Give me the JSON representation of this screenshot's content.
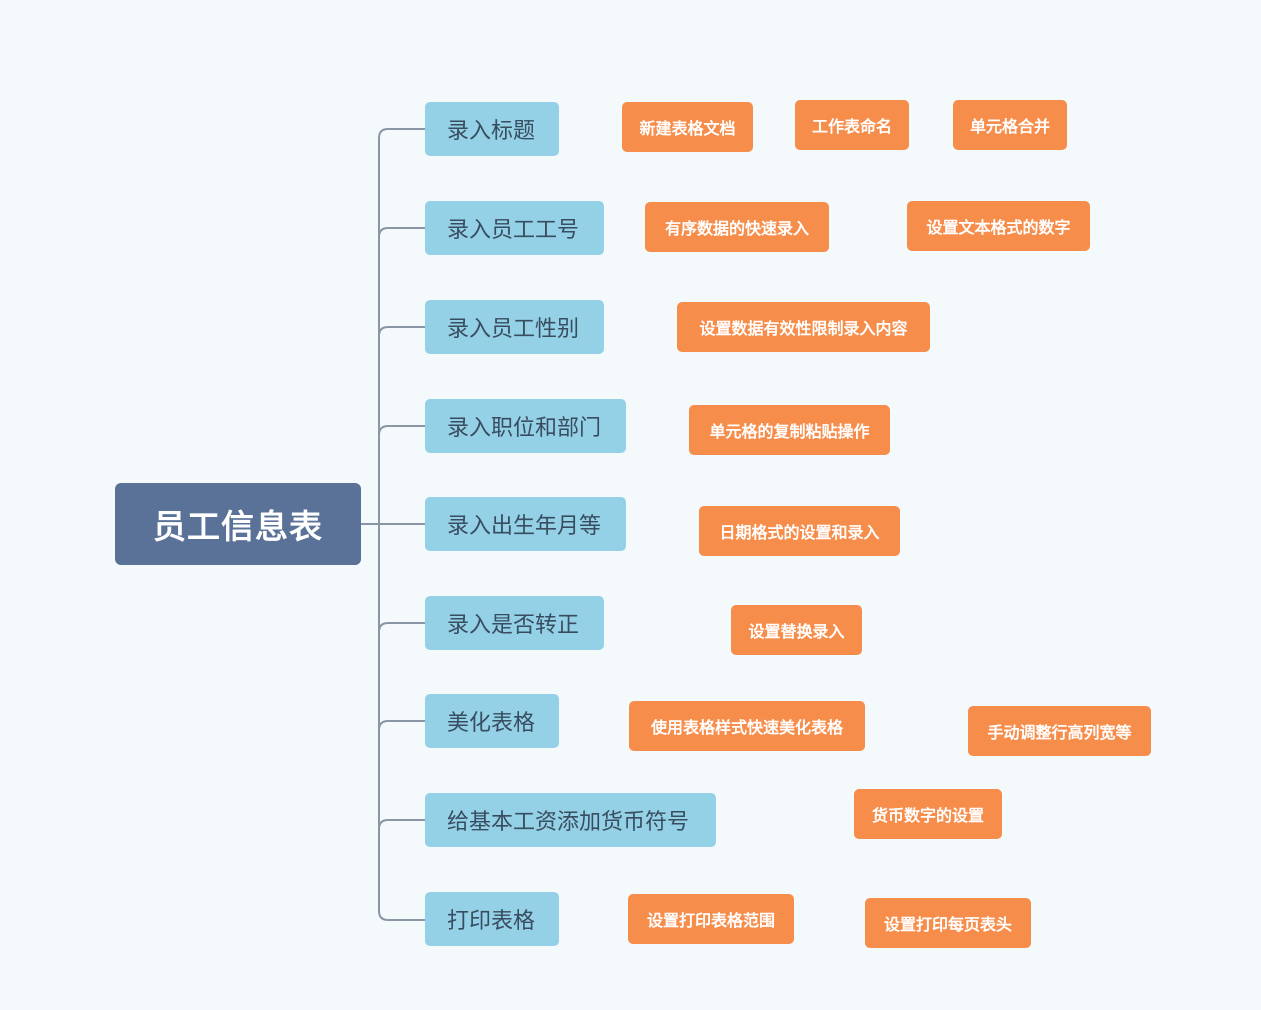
{
  "root": {
    "label": "员工信息表"
  },
  "branches": [
    {
      "label": "录入标题",
      "leaves": [
        "新建表格文档",
        "工作表命名",
        "单元格合并"
      ]
    },
    {
      "label": "录入员工工号",
      "leaves": [
        "有序数据的快速录入",
        "设置文本格式的数字"
      ]
    },
    {
      "label": "录入员工性别",
      "leaves": [
        "设置数据有效性限制录入内容"
      ]
    },
    {
      "label": "录入职位和部门",
      "leaves": [
        "单元格的复制粘贴操作"
      ]
    },
    {
      "label": "录入出生年月等",
      "leaves": [
        "日期格式的设置和录入"
      ]
    },
    {
      "label": "录入是否转正",
      "leaves": [
        "设置替换录入"
      ]
    },
    {
      "label": "美化表格",
      "leaves": [
        "使用表格样式快速美化表格",
        "手动调整行高列宽等"
      ]
    },
    {
      "label": "给基本工资添加货币符号",
      "leaves": [
        "货币数字的设置"
      ]
    },
    {
      "label": "打印表格",
      "leaves": [
        "设置打印表格范围",
        "设置打印每页表头"
      ]
    }
  ],
  "colors": {
    "background": "#f4f9fc",
    "root_fill": "#5a7198",
    "branch_fill": "#94d0e6",
    "branch_text": "#384d5f",
    "leaf_fill": "#f78d4b",
    "connector": "#8a96a6"
  }
}
